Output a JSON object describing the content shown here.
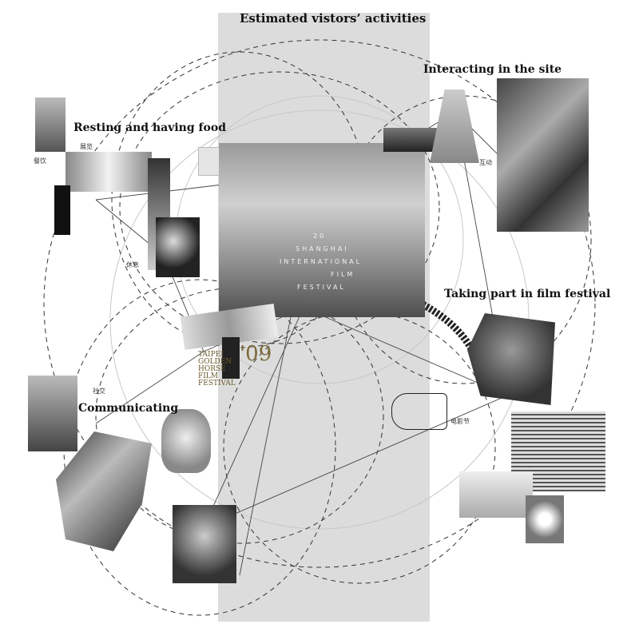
{
  "title": "Estimated vistors’ activities",
  "activities": {
    "resting": "Resting and having food",
    "interacting": "Interacting in the site",
    "film_festival": "Taking part in film festival",
    "communicating": "Communicating"
  },
  "cn_labels": {
    "exhibition": "展览",
    "dining": "餐饮",
    "rest": "休息",
    "interaction": "互动",
    "social": "社交",
    "film_festival": "电影节"
  },
  "poster": {
    "line1": "20",
    "line2": "SHANGHAI",
    "line3": "INTERNATIONAL",
    "line4": "FILM",
    "line5": "FESTIVAL"
  },
  "taipei_badge": {
    "text": "TAIPEI\nGOLDEN\nHORSE\nFILM\nFESTIVAL",
    "year": "'09"
  },
  "colors": {
    "band": "#dcdcdc",
    "ink": "#111111",
    "dashed": "#333333"
  }
}
